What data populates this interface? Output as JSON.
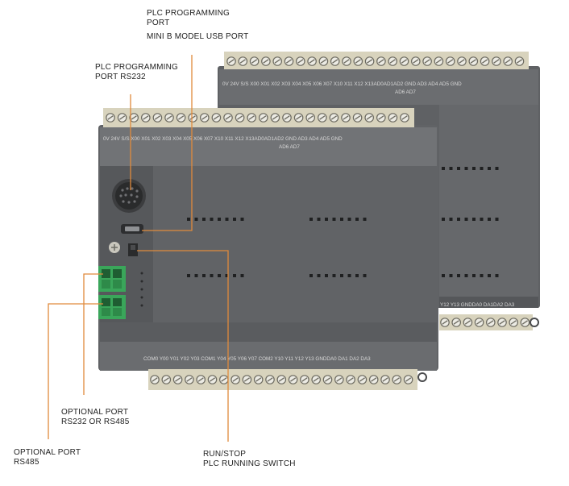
{
  "labels": {
    "plc_usb_port": [
      "PLC PROGRAMMING",
      "PORT",
      "MINI B MODEL USB PORT"
    ],
    "plc_rs232_port": [
      "PLC PROGRAMMING",
      "PORT RS232"
    ],
    "optional_rs232_rs485": [
      "OPTIONAL PORT",
      "RS232 OR RS485"
    ],
    "optional_rs485": [
      "OPTIONAL PORT",
      "RS485"
    ],
    "run_stop_switch": [
      "RUN/STOP",
      "PLC RUNNING SWITCH"
    ]
  },
  "pin_labels": {
    "back_top": "0V 24V S/S X00 X01 X02 X03 X04 X05 X06 X07 X10 X11 X12 X13AD0AD1AD2 GND AD3 AD4 AD5 GND",
    "back_top_2": "AD6 AD7",
    "front_top": "0V 24V S/S X00 X01 X02 X03 X04 X05 X06 X07 X10 X11 X12 X13AD0AD1AD2 GND AD3 AD4 AD5 GND",
    "front_top_2": "AD6 AD7",
    "back_bottom": "Y12 Y13 GNDDA0 DA1DA2 DA3",
    "front_bottom": "COM0 Y00 Y01 Y02 Y03 COM1 Y04 Y05 Y06 Y07 COM2 Y10 Y11 Y12 Y13 GNDDA0 DA1 DA2 DA3"
  },
  "colors": {
    "housing": "#6b6d70",
    "housing_dark": "#55575a",
    "terminal_green": "#3aa65a",
    "leader_orange": "#e08a3c"
  }
}
